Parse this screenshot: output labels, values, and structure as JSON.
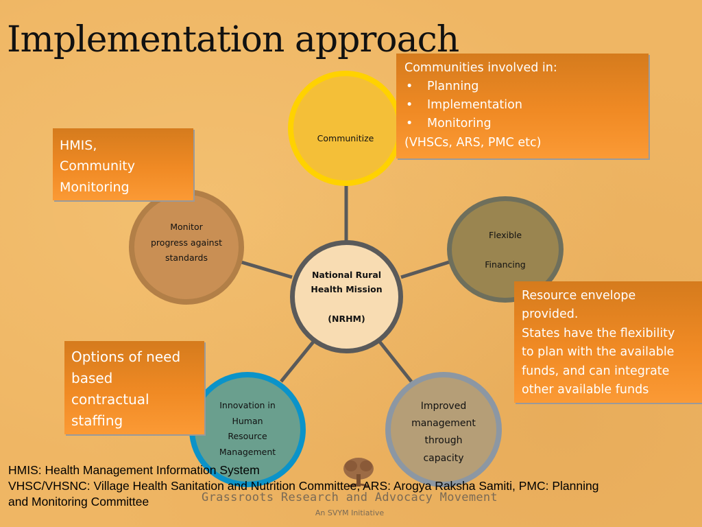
{
  "title": "Implementation approach",
  "nodes": {
    "center": [
      "National Rural",
      "Health Mission",
      "",
      "(NRHM)"
    ],
    "top": [
      "Communitize"
    ],
    "left": [
      "Monitor",
      "progress against",
      "standards"
    ],
    "right": [
      "Flexible",
      "",
      "Financing"
    ],
    "bottom_left": [
      "Innovation in",
      "Human",
      "Resource",
      "Management"
    ],
    "bottom_right": [
      "Improved",
      "management",
      "through",
      "capacity"
    ]
  },
  "boxes": {
    "hmis": [
      "HMIS,",
      "Community",
      "Monitoring"
    ],
    "communities": {
      "heading": "Communities involved in:",
      "items": [
        "Planning",
        "Implementation",
        "Monitoring"
      ],
      "footer": "(VHSCs, ARS, PMC etc)"
    },
    "resource": [
      "Resource envelope",
      "provided.",
      "States have the flexibility",
      "to plan with the available",
      "funds, and can integrate",
      "other available funds"
    ],
    "options": [
      "Options of need",
      "based",
      "contractual",
      "staffing"
    ]
  },
  "logo": {
    "name": "Grassroots Research and Advocacy Movement",
    "tagline": "An SVYM Initiative",
    "icon": "tree-icon"
  },
  "footer": [
    "HMIS: Health Management Information System",
    "VHSC/VHSNC: Village Health Sanitation and Nutrition Committee, ARS: Arogya Raksha Samiti, PMC: Planning",
    "and Monitoring Committee"
  ],
  "colors": {
    "background": "#efb664",
    "box_orange": "#f08a24",
    "connector": "#5a5a5a",
    "top_ring": "#ffd200",
    "blue_ring": "#0b93c9"
  }
}
